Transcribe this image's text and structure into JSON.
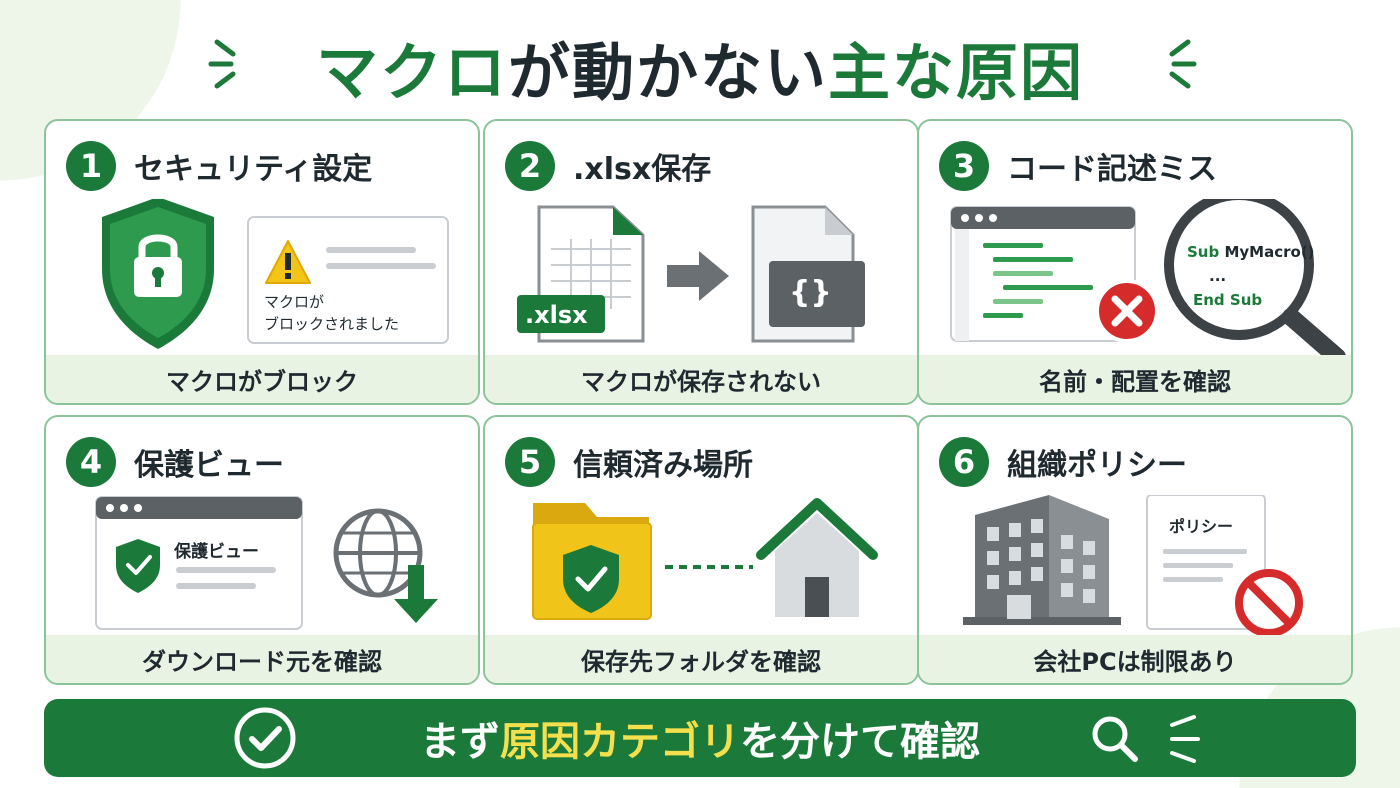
{
  "title": {
    "part1": "マクロ",
    "part2": "が動かない",
    "part3": "主な原因"
  },
  "cards": [
    {
      "num": "1",
      "title": "セキュリティ設定",
      "caption": "マクロがブロック",
      "warning_line1": "マクロが",
      "warning_line2": "ブロックされました"
    },
    {
      "num": "2",
      "title": ".xlsx保存",
      "caption": "マクロが保存されない",
      "file_label": ".xlsx",
      "code_glyph": "{}"
    },
    {
      "num": "3",
      "title": "コード記述ミス",
      "caption": "名前・配置を確認",
      "code_line1_kw": "Sub",
      "code_line1_name": "MyMacro()",
      "code_line2": "...",
      "code_line3": "End Sub"
    },
    {
      "num": "4",
      "title": "保護ビュー",
      "caption": "ダウンロード元を確認",
      "window_label": "保護ビュー"
    },
    {
      "num": "5",
      "title": "信頼済み場所",
      "caption": "保存先フォルダを確認"
    },
    {
      "num": "6",
      "title": "組織ポリシー",
      "caption": "会社PCは制限あり",
      "doc_label": "ポリシー"
    }
  ],
  "banner": {
    "pre": "まず",
    "highlight": "原因カテゴリ",
    "post": "を分けて確認"
  },
  "colors": {
    "primary_green": "#1b7a3a",
    "highlight_yellow": "#f4e04d",
    "error_red": "#d62b2b",
    "folder_yellow": "#f0c419"
  },
  "icons": [
    "shield-lock-icon",
    "warning-icon",
    "spreadsheet-icon",
    "arrow-right-icon",
    "code-file-icon",
    "code-window-icon",
    "error-x-icon",
    "magnifier-icon",
    "browser-window-icon",
    "globe-download-icon",
    "folder-shield-icon",
    "house-icon",
    "building-icon",
    "no-entry-icon",
    "check-circle-icon",
    "search-icon"
  ]
}
